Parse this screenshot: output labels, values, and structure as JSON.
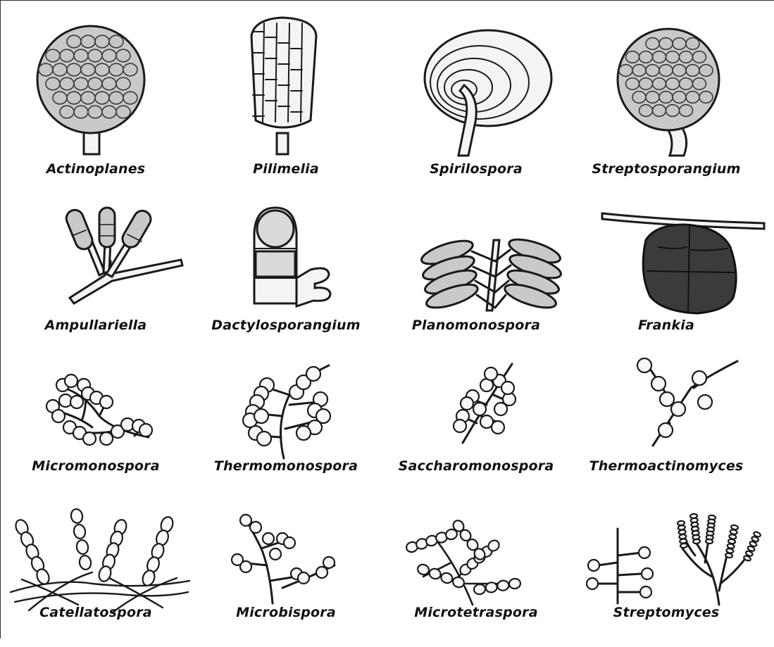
{
  "organisms": [
    {
      "name": "Actinoplanes"
    },
    {
      "name": "Pilimelia"
    },
    {
      "name": "Spirilospora"
    },
    {
      "name": "Streptosporangium"
    },
    {
      "name": "Ampullariella"
    },
    {
      "name": "Dactylosporangium"
    },
    {
      "name": "Planomonospora"
    },
    {
      "name": "Frankia"
    },
    {
      "name": "Micromonospora"
    },
    {
      "name": "Thermomonospora"
    },
    {
      "name": "Saccharomonospora"
    },
    {
      "name": "Thermoactinomyces"
    },
    {
      "name": "Catellatospora"
    },
    {
      "name": "Microbispora"
    },
    {
      "name": "Microtetraspora"
    },
    {
      "name": "Streptomyces"
    }
  ]
}
